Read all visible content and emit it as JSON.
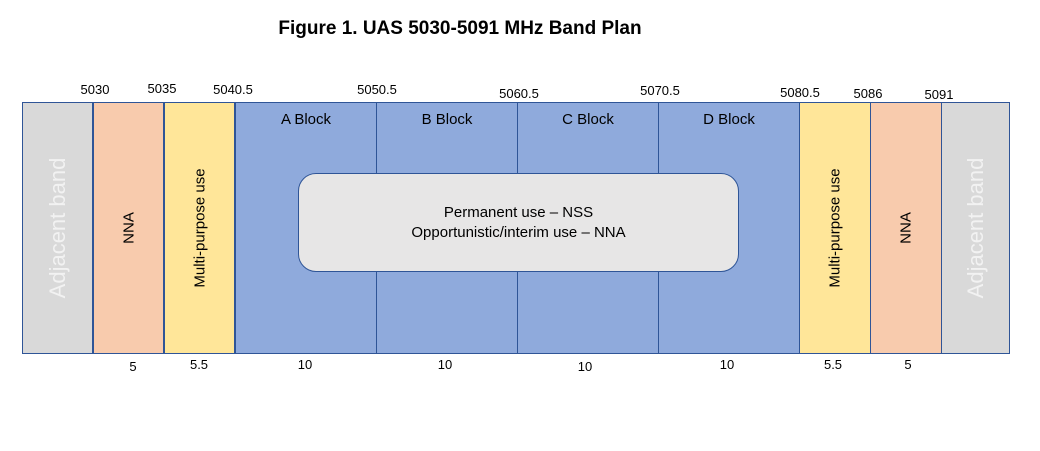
{
  "title": "Figure 1.  UAS 5030-5091 MHz Band Plan",
  "frequencies": [
    "5030",
    "5035",
    "5040.5",
    "5050.5",
    "5060.5",
    "5070.5",
    "5080.5",
    "5086",
    "5091"
  ],
  "bands": [
    {
      "label": "Adjacent band",
      "color": "#d9d9d9"
    },
    {
      "label": "NNA",
      "width": "5",
      "color": "#f8cbad"
    },
    {
      "label": "Multi-purpose use",
      "width": "5.5",
      "color": "#ffe699"
    },
    {
      "label": "A Block",
      "width": "10",
      "color": "#8faadc"
    },
    {
      "label": "B Block",
      "width": "10",
      "color": "#8faadc"
    },
    {
      "label": "C Block",
      "width": "10",
      "color": "#8faadc"
    },
    {
      "label": "D Block",
      "width": "10",
      "color": "#8faadc"
    },
    {
      "label": "Multi-purpose use",
      "width": "5.5",
      "color": "#ffe699"
    },
    {
      "label": "NNA",
      "width": "5",
      "color": "#f8cbad"
    },
    {
      "label": "Adjacent band",
      "color": "#d9d9d9"
    }
  ],
  "callout": {
    "line1": "Permanent use – NSS",
    "line2": "Opportunistic/interim use – NNA"
  }
}
